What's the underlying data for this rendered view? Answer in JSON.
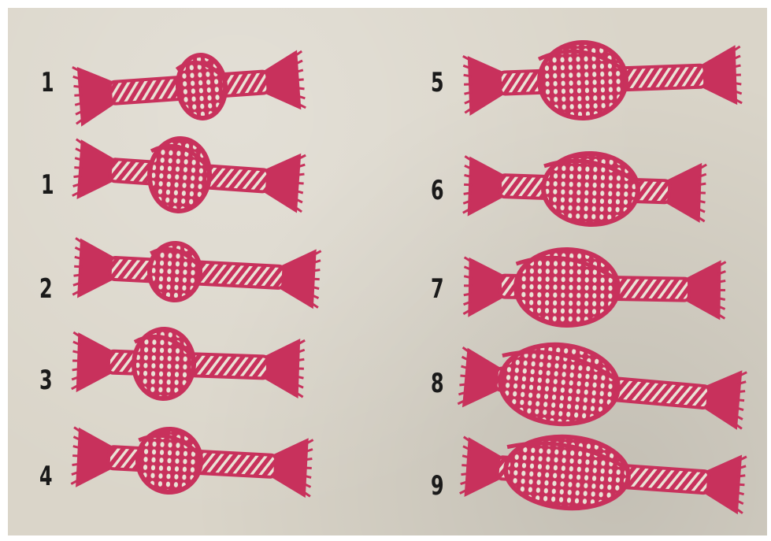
{
  "colors": {
    "ink": "#c8315c",
    "paper": "#dad5c9",
    "number": "#1a1a1a"
  },
  "left_column": {
    "knots": [
      {
        "number": "1"
      },
      {
        "number": "1"
      },
      {
        "number": "2"
      },
      {
        "number": "3"
      },
      {
        "number": "4"
      }
    ]
  },
  "right_column": {
    "knots": [
      {
        "number": "5"
      },
      {
        "number": "6"
      },
      {
        "number": "7"
      },
      {
        "number": "8"
      },
      {
        "number": "9"
      }
    ]
  }
}
